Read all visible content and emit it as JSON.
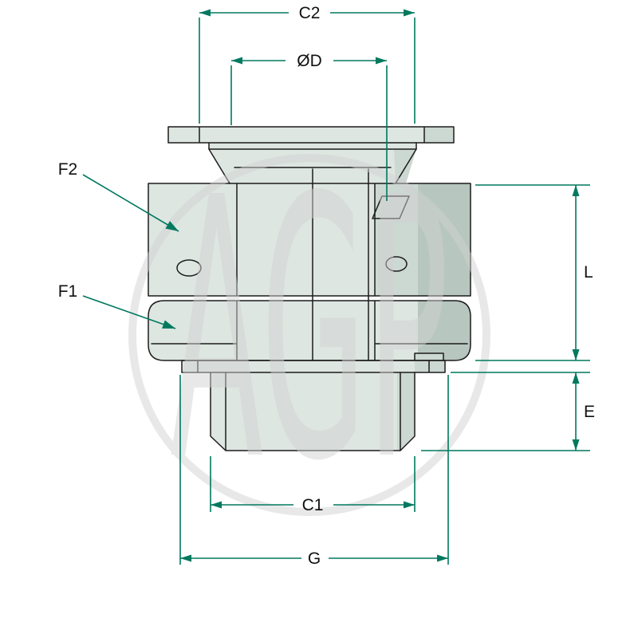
{
  "diagram": {
    "watermark": {
      "text": "AGP"
    },
    "callouts": {
      "f2": "F2",
      "f1": "F1"
    },
    "dimensions": {
      "c2": "C2",
      "diameter_d": "ØD",
      "l": "L",
      "e": "E",
      "c1": "C1",
      "g": "G"
    },
    "colors": {
      "background": "#ffffff",
      "outline": "#1c1c1c",
      "fill_light": "#dde6e1",
      "fill_mid": "#ccd8d2",
      "fill_dark": "#b7c6bf",
      "dimension_line": "#00795f",
      "label": "#111111",
      "watermark": "#d2d2d2"
    }
  }
}
